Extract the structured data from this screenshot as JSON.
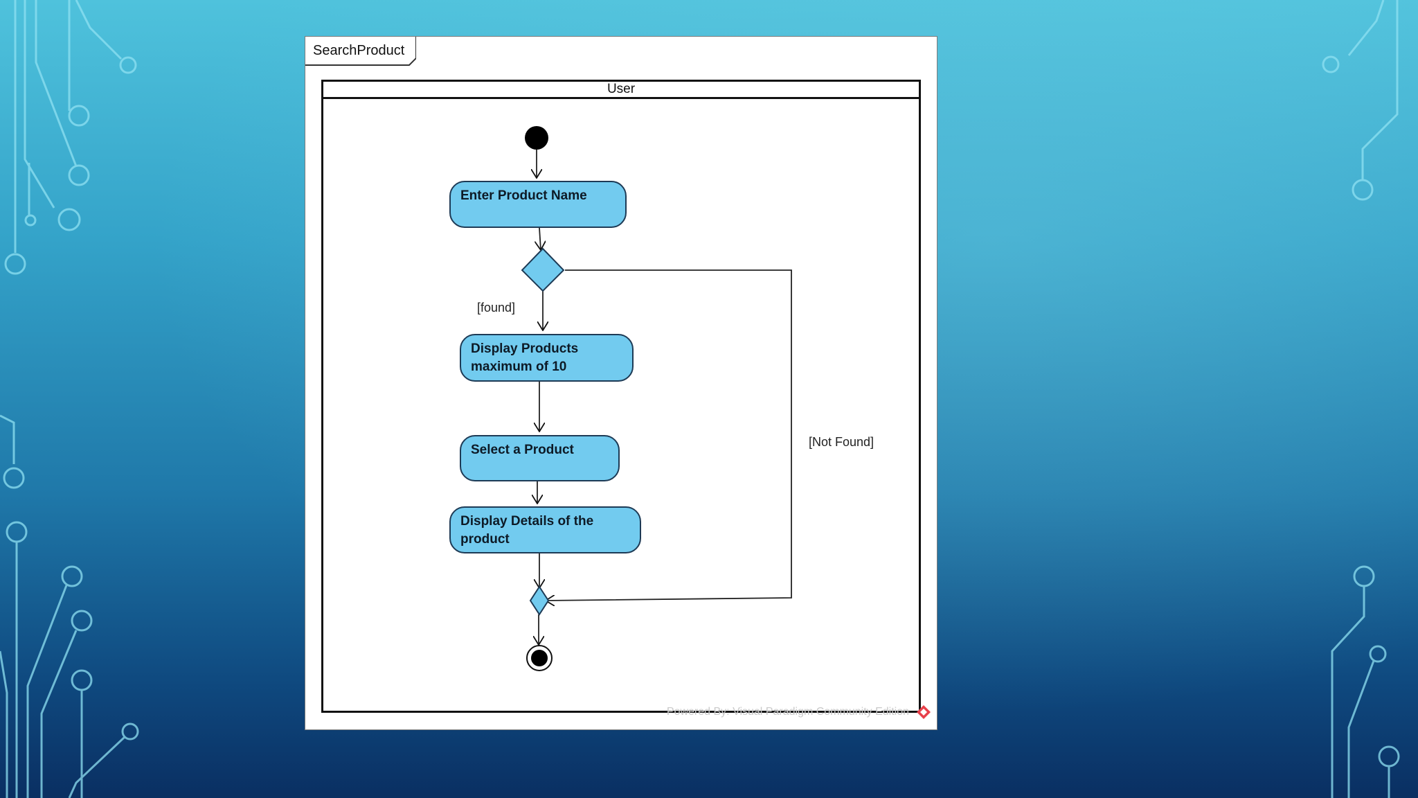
{
  "frame": {
    "title": "SearchProduct"
  },
  "swimlane": {
    "label": "User"
  },
  "actions": [
    "Enter Product Name",
    "Display Products maximum of 10",
    "Select a Product",
    "Display Details of the product"
  ],
  "guards": {
    "found": "[found]",
    "not_found": "[Not Found]"
  },
  "watermark": "Powered By: Visual Paradigm Community Edition",
  "colors": {
    "action_fill": "#72cbef",
    "node_black": "#000000",
    "watermark_logo": "#e8404a"
  }
}
